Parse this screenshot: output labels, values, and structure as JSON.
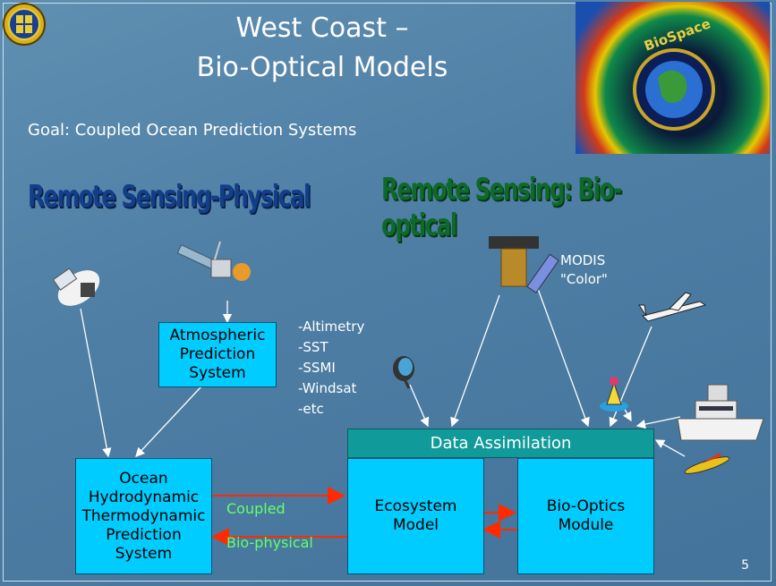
{
  "title_line1": "West Coast –",
  "title_line2": "Bio-Optical Models",
  "goal": "Goal: Coupled  Ocean Prediction Systems",
  "heading_physical": "Remote Sensing-Physical",
  "heading_biooptical": "Remote Sensing: Bio-optical",
  "logo_text": "BioSpace",
  "modis_line1": "MODIS",
  "modis_line2": "\"Color\"",
  "sensors": [
    "-Altimetry",
    "-SST",
    "-SSMI",
    "-Windsat",
    "-etc"
  ],
  "boxes": {
    "atmospheric": "Atmospheric\nPrediction\nSystem",
    "ocean": "Ocean\nHydrodynamic\nThermodynamic\nPrediction\nSystem",
    "data_assimilation": "Data Assimilation",
    "ecosystem": "Ecosystem\nModel",
    "biooptics": "Bio-Optics\nModule"
  },
  "coupled": "Coupled",
  "biophysical": "Bio-physical",
  "page_number": "5",
  "colors": {
    "box": "#00ccff",
    "data_assimilation": "#119a9a",
    "arrow": "#ff2a00",
    "label_green": "#66ff66"
  }
}
